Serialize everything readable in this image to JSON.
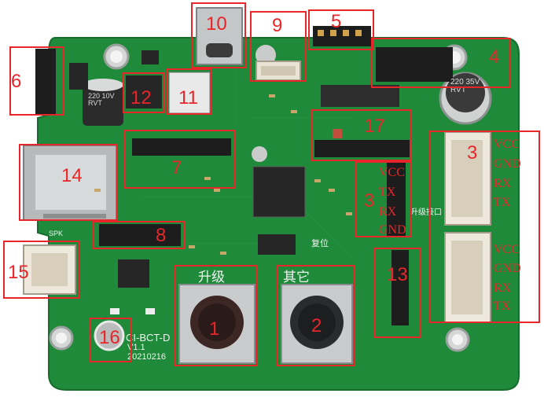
{
  "markers": [
    "1",
    "2",
    "3",
    "4",
    "5",
    "6",
    "7",
    "8",
    "9",
    "10",
    "11",
    "12",
    "13",
    "14",
    "15",
    "16",
    "17"
  ],
  "header_pins": [
    "VCC",
    "TX",
    "RX",
    "GND"
  ],
  "connector_upper_pins": [
    "VCC",
    "GND",
    "RX",
    "TX"
  ],
  "connector_lower_pins": [
    "VCC",
    "GND",
    "RX",
    "TX"
  ],
  "silkscreen": {
    "btn_upgrade": "升级",
    "btn_other": "其它",
    "board_name": "CI-BCT-D",
    "board_version": "V1.1",
    "board_date": "20210216",
    "upgrade_port": "升级接口",
    "reset_label": "复位",
    "spk_label": "SPK",
    "cap_1": "220 10V RVT",
    "cap_2": "220 35V RVT"
  },
  "colors": {
    "pcb": "#1f8a3a",
    "annotation": "#e8262a",
    "silk": "#f2f2f2"
  }
}
